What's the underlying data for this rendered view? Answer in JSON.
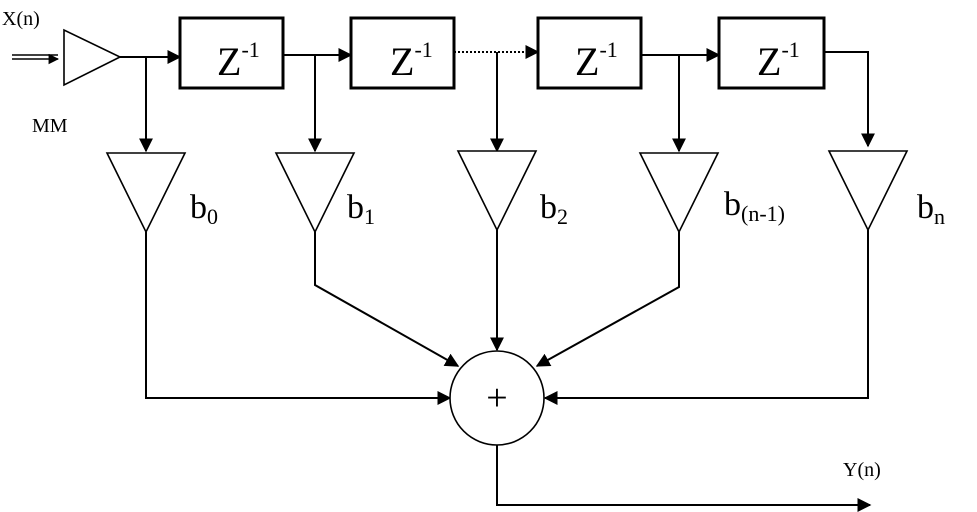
{
  "input_label": "X(n)",
  "amplifier_label": "MM",
  "output_label": "Y(n)",
  "delay_blocks": [
    {
      "base": "Z",
      "exp": "-1"
    },
    {
      "base": "Z",
      "exp": "-1"
    },
    {
      "base": "Z",
      "exp": "-1"
    },
    {
      "base": "Z",
      "exp": "-1"
    }
  ],
  "coefficients": [
    {
      "base": "b",
      "sub": "0"
    },
    {
      "base": "b",
      "sub": "1"
    },
    {
      "base": "b",
      "sub": "2"
    },
    {
      "base": "b",
      "sub": "(n-1)"
    },
    {
      "base": "b",
      "sub": "n"
    }
  ],
  "summer_symbol": "+"
}
